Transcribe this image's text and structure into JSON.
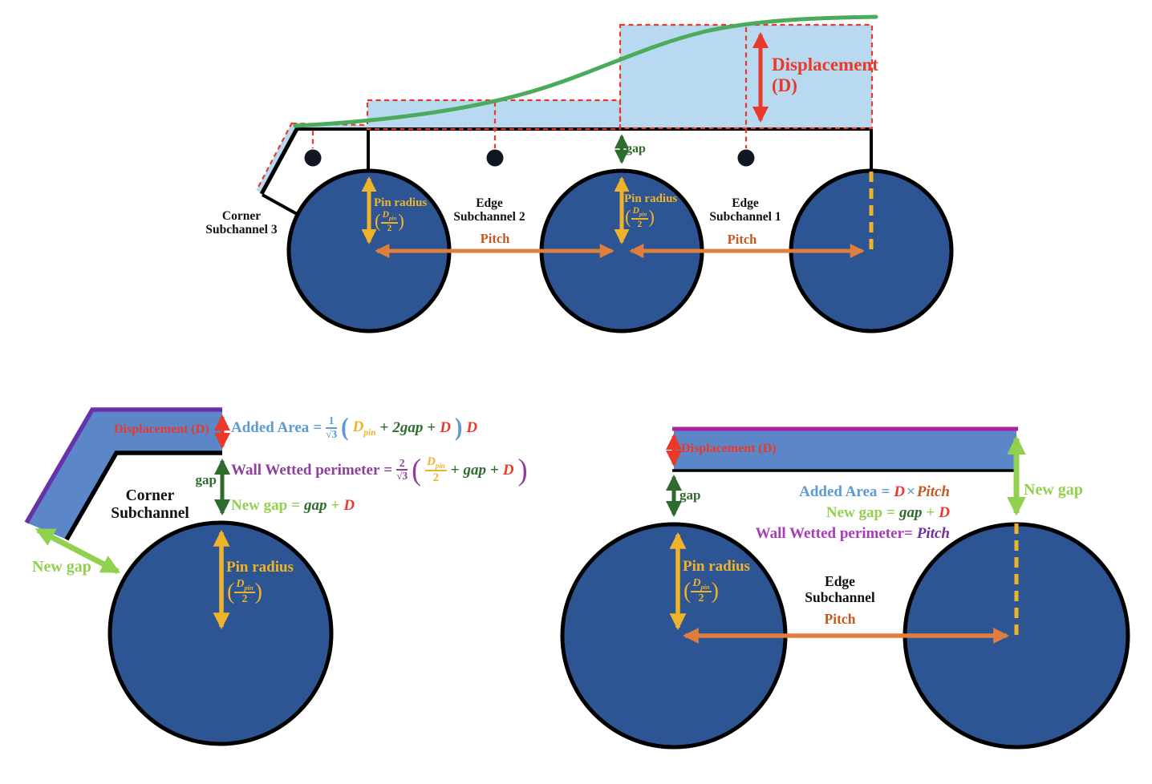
{
  "labels": {
    "displacement_line1": "Displacement",
    "displacement_line2": "(D)",
    "displacement_inline": "Displacement (D)",
    "gap": "gap",
    "new_gap": "New gap",
    "pin_radius": "Pin radius",
    "pitch": "Pitch",
    "dpin_base": "D",
    "dpin_sub": "pin",
    "dpin_den": "2",
    "paren_open": "(",
    "paren_close": ")"
  },
  "top_diagram": {
    "corner_subchannel_line1": "Corner",
    "corner_subchannel_line2": "Subchannel 3",
    "edge_subchannel2_line1": "Edge",
    "edge_subchannel2_line2": "Subchannel 2",
    "edge_subchannel1_line1": "Edge",
    "edge_subchannel1_line2": "Subchannel 1"
  },
  "corner_diagram": {
    "title_line1": "Corner",
    "title_line2": "Subchannel",
    "added_area": {
      "lhs": "Added Area",
      "eq": "=",
      "frac_num": "1",
      "frac_den": "√3",
      "open": "(",
      "dpin": "D",
      "dpin_sub": "pin",
      "plus1": "+",
      "two_gap": "2gap",
      "plus2": "+",
      "d1": "D",
      "close": ")",
      "d2": "D"
    },
    "wetted": {
      "lhs": "Wall Wetted perimeter",
      "eq": "=",
      "frac_num": "2",
      "frac_den": "√3",
      "open": "(",
      "dpin": "D",
      "dpin_sub": "pin",
      "dpin_den": "2",
      "plus1": "+",
      "gap": "gap",
      "plus2": "+",
      "d": "D",
      "close": ")"
    },
    "new_gap_formula": {
      "lhs": "New gap",
      "eq": "=",
      "gap": "gap",
      "plus": "+",
      "d": "D"
    }
  },
  "edge_diagram": {
    "title_line1": "Edge",
    "title_line2": "Subchannel",
    "added_area": {
      "lhs": "Added Area",
      "eq": "=",
      "d": "D",
      "times": "×",
      "pitch": "Pitch"
    },
    "new_gap_formula": {
      "lhs": "New gap",
      "eq": "=",
      "gap": "gap",
      "plus": "+",
      "d": "D"
    },
    "wetted": {
      "lhs": "Wall Wetted perimeter=",
      "pitch": "Pitch"
    }
  },
  "colors": {
    "red": "#e8392b",
    "dark_green": "#2f6b2d",
    "light_green": "#92d050",
    "gold": "#eeb32a",
    "orange": "#e07f3d",
    "pitch_brown": "#c2591f",
    "formula_blue": "#5b9bd5",
    "purple": "#8d3f9b",
    "magenta": "#a93ab9",
    "deep_purple": "#7030a0",
    "band_blue": "#5b87c9",
    "band_edge_purple": "#6633aa",
    "band_top_magenta": "#aa23a0",
    "light_blue": "#b9d9f0",
    "pin_blue": "#2e5593",
    "curve_green": "#4aab5d"
  }
}
